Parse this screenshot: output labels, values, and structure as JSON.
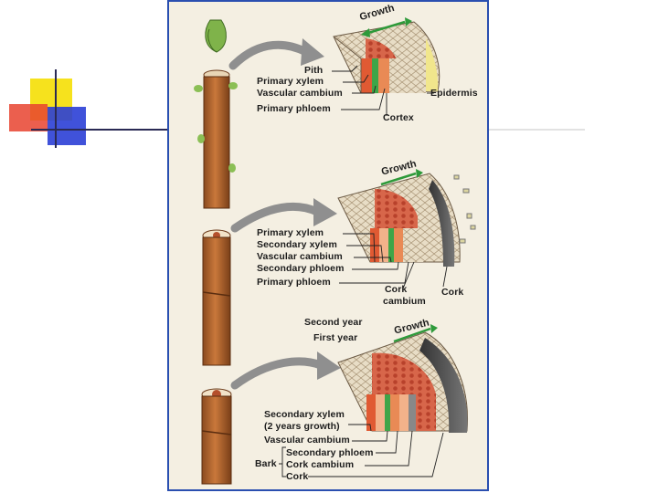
{
  "colors": {
    "frame_border": "#2a4fb0",
    "ornament_yellow": "#f6e21d",
    "ornament_red": "#e8432f",
    "ornament_blue": "#2b3fd6",
    "growth_arrow": "#2e9a3a",
    "stem": "#b8652e"
  },
  "panel_top": {
    "growth": "Growth",
    "labels": [
      "Pith",
      "Primary xylem",
      "Vascular cambium",
      "Primary phloem",
      "Epidermis",
      "Cortex"
    ]
  },
  "panel_middle": {
    "growth": "Growth",
    "labels": [
      "Primary xylem",
      "Secondary xylem",
      "Vascular cambium",
      "Secondary phloem",
      "Primary phloem",
      "Cork",
      "cambium",
      "Cork"
    ]
  },
  "panel_bottom": {
    "growth": "Growth",
    "labels": [
      "Second year",
      "First year",
      "Secondary xylem",
      "(2 years growth)",
      "Vascular cambium",
      "Secondary phloem",
      "Cork cambium",
      "Cork",
      "Bark"
    ]
  }
}
